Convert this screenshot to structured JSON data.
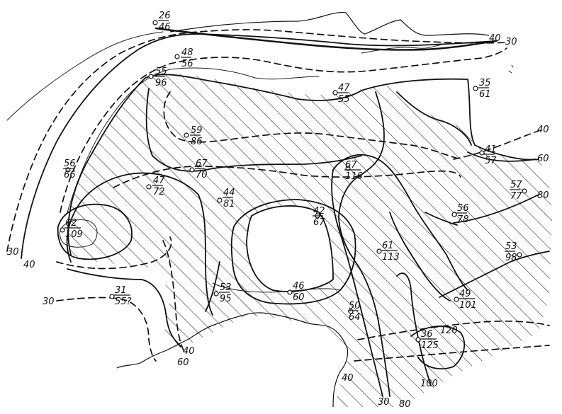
{
  "stations": [
    {
      "id": "s1",
      "top": "26",
      "bottom": "46"
    },
    {
      "id": "s2",
      "top": "48",
      "bottom": "56"
    },
    {
      "id": "s3",
      "top": "55",
      "bottom": "96"
    },
    {
      "id": "s4",
      "top": "47",
      "bottom": "55"
    },
    {
      "id": "s5",
      "top": "35",
      "bottom": "61"
    },
    {
      "id": "s6",
      "top": "59",
      "bottom": "86"
    },
    {
      "id": "s7",
      "top": "41",
      "bottom": "57"
    },
    {
      "id": "s8",
      "top": "56",
      "bottom": "66"
    },
    {
      "id": "s9",
      "top": "67",
      "bottom": "70"
    },
    {
      "id": "s10",
      "top": "67",
      "bottom": "116"
    },
    {
      "id": "s11",
      "top": "47",
      "bottom": "72"
    },
    {
      "id": "s12",
      "top": "44",
      "bottom": "81"
    },
    {
      "id": "s13",
      "top": "57",
      "bottom": "77"
    },
    {
      "id": "s14",
      "top": "42",
      "bottom": "67"
    },
    {
      "id": "s15",
      "top": "56",
      "bottom": "78"
    },
    {
      "id": "s16",
      "top": "62",
      "bottom": "109"
    },
    {
      "id": "s17",
      "top": "61",
      "bottom": "113"
    },
    {
      "id": "s18",
      "top": "53",
      "bottom": "98"
    },
    {
      "id": "s19",
      "top": "31",
      "bottom": "55?"
    },
    {
      "id": "s20",
      "top": "53",
      "bottom": "95"
    },
    {
      "id": "s21",
      "top": "46",
      "bottom": "60"
    },
    {
      "id": "s22",
      "top": "49",
      "bottom": "101"
    },
    {
      "id": "s23",
      "top": "50",
      "bottom": "64"
    },
    {
      "id": "s24",
      "top": "36",
      "bottom": "125"
    }
  ],
  "isoline_labels": [
    {
      "id": "l1",
      "text": "40"
    },
    {
      "id": "l2",
      "text": "30"
    },
    {
      "id": "l3",
      "text": "40"
    },
    {
      "id": "l4",
      "text": "60"
    },
    {
      "id": "l5",
      "text": "80"
    },
    {
      "id": "l6",
      "text": "30"
    },
    {
      "id": "l7",
      "text": "40"
    },
    {
      "id": "l8",
      "text": "30"
    },
    {
      "id": "l9",
      "text": "40"
    },
    {
      "id": "l10",
      "text": "60"
    },
    {
      "id": "l11",
      "text": "40"
    },
    {
      "id": "l12",
      "text": "30"
    },
    {
      "id": "l13",
      "text": "80"
    },
    {
      "id": "l14",
      "text": "100"
    },
    {
      "id": "l15",
      "text": "120"
    }
  ]
}
